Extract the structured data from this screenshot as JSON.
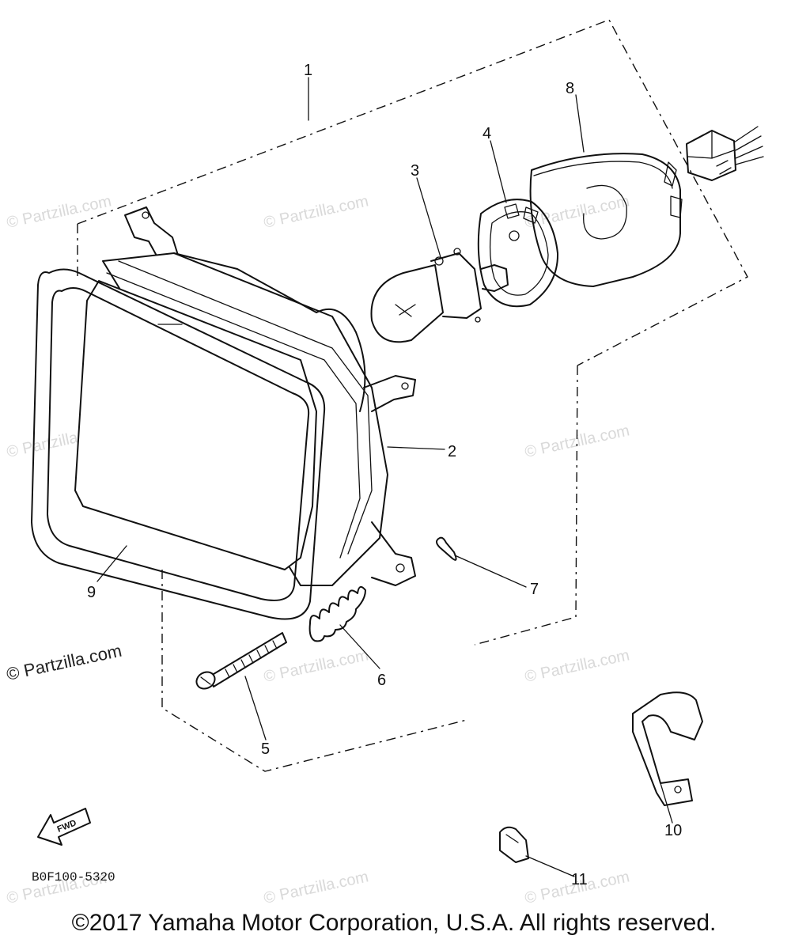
{
  "diagram": {
    "watermark_text": "© Partzilla.com",
    "drawing_code": "B0F100-5320",
    "fwd_label": "FWD",
    "copyright": "©2017 Yamaha Motor Corporation, U.S.A. All rights reserved.",
    "callouts": {
      "n1": "1",
      "n2": "2",
      "n3": "3",
      "n4": "4",
      "n5": "5",
      "n6": "6",
      "n7": "7",
      "n8": "8",
      "n9": "9",
      "n10": "10",
      "n11": "11"
    }
  }
}
